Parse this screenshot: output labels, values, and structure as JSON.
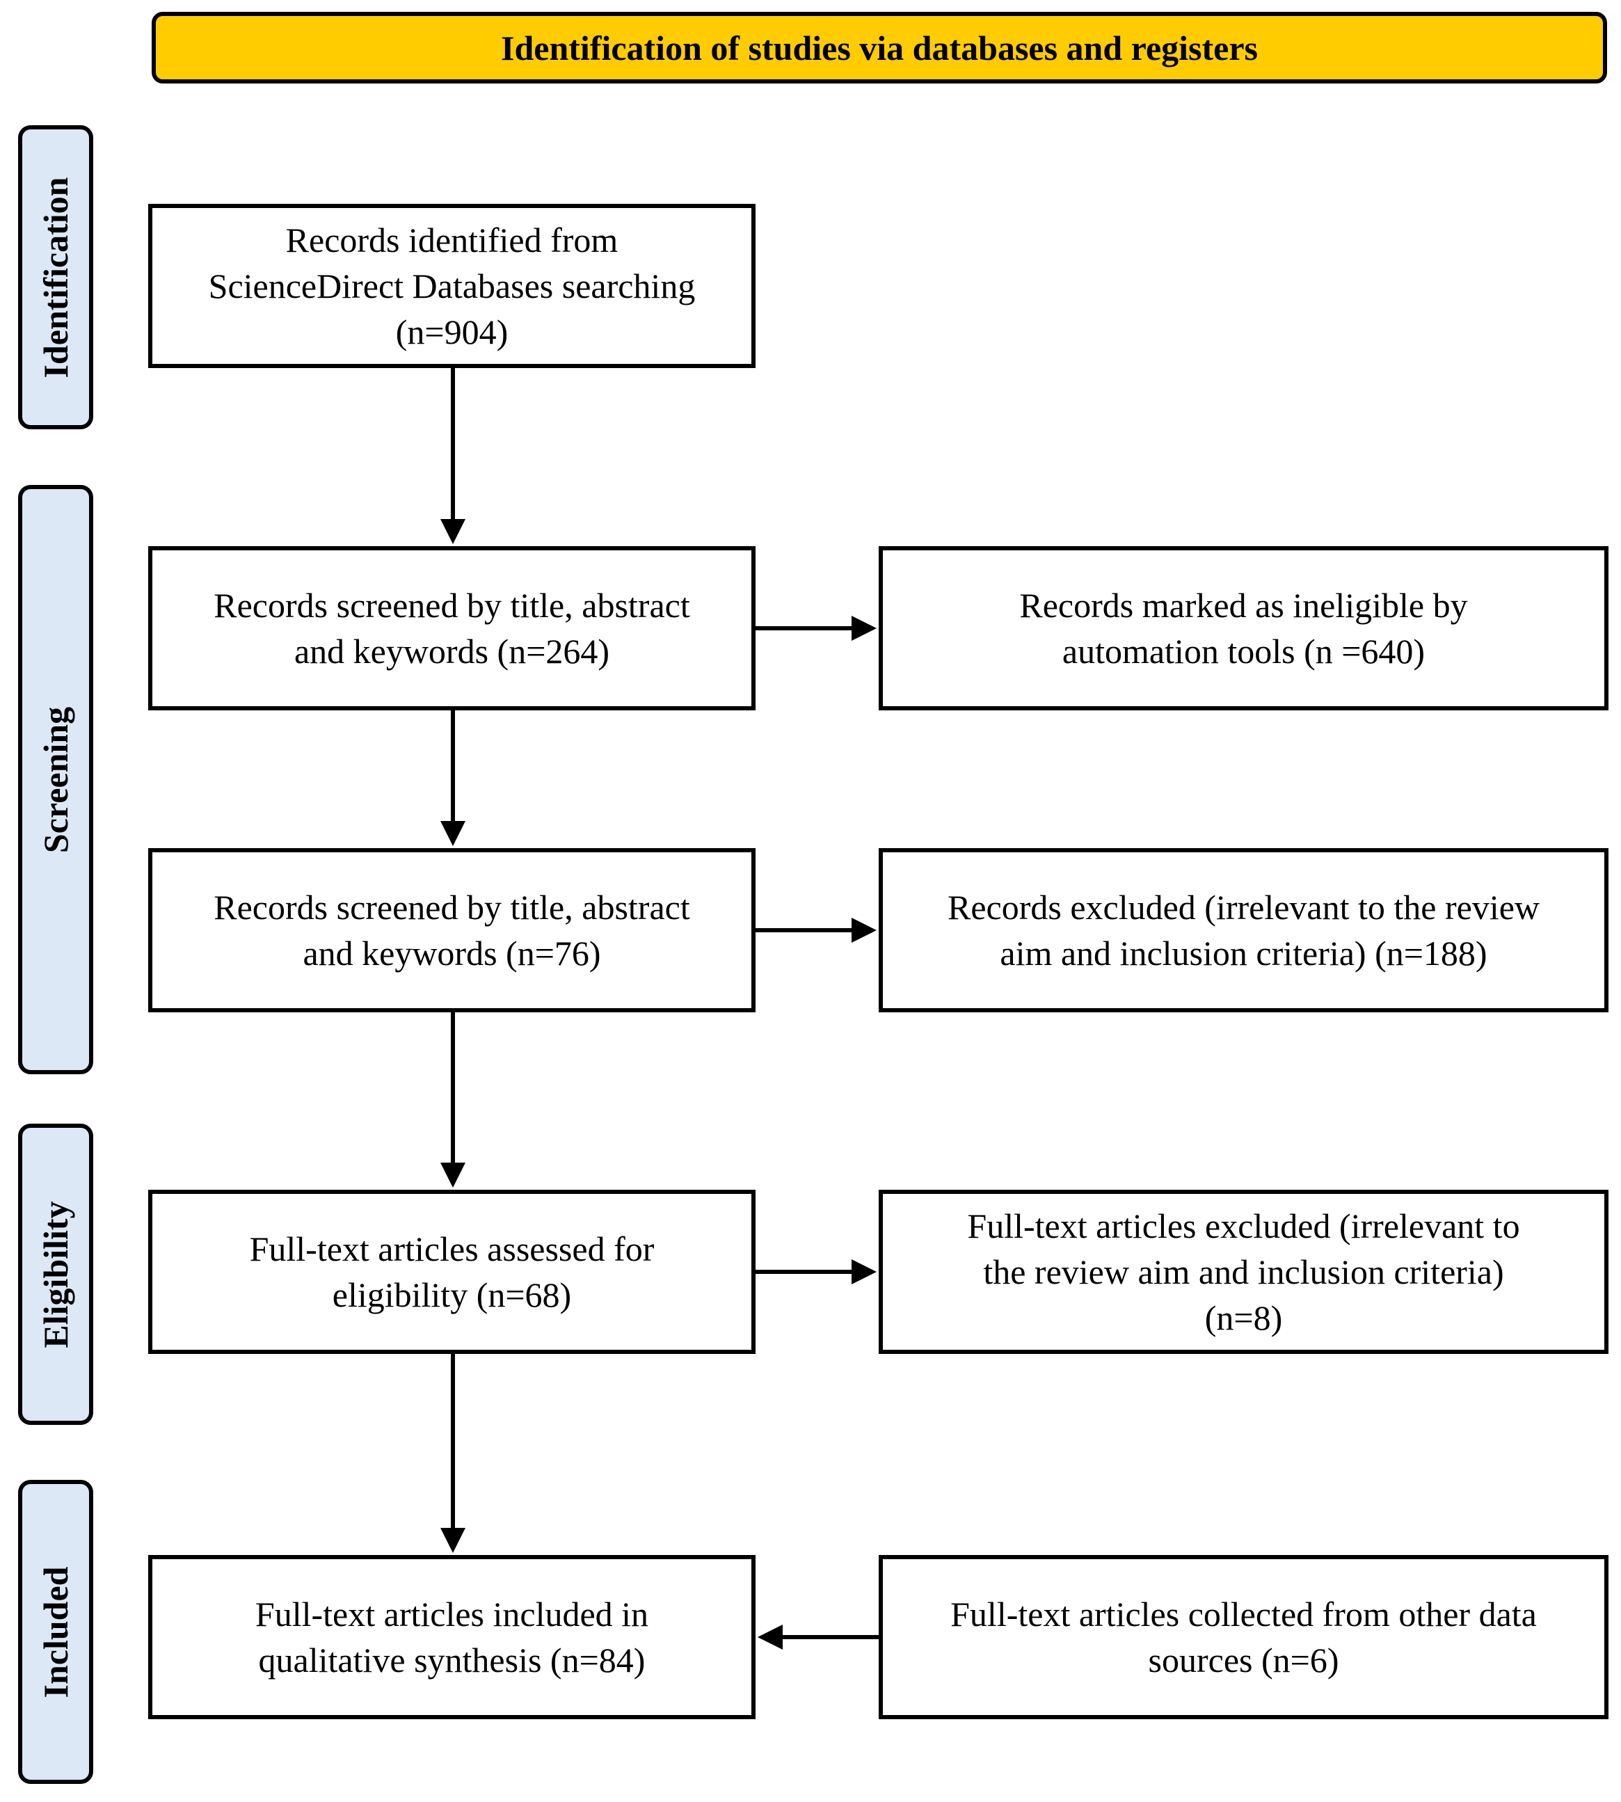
{
  "header": {
    "title": "Identification of studies via databases and registers",
    "color": "#FFCC00"
  },
  "stages": {
    "identification": "Identification",
    "screening": "Screening",
    "eligibility": "Eligibility",
    "included": "Included",
    "color": "#DCE8F5"
  },
  "boxes": {
    "identified": "Records identified from\nScienceDirect Databases searching\n(n=904)",
    "screened_1": "Records screened by title, abstract\nand keywords (n=264)",
    "ineligible_automation": "Records marked as ineligible by\nautomation tools (n =640)",
    "screened_2": "Records screened by title, abstract\nand keywords (n=76)",
    "excluded_records": "Records excluded (irrelevant to the review\naim and inclusion criteria) (n=188)",
    "assessed": "Full-text articles assessed for\neligibility (n=68)",
    "excluded_fulltext": "Full-text articles excluded (irrelevant to\nthe review aim and inclusion criteria)\n(n=8)",
    "included": "Full-text articles included in\nqualitative synthesis (n=84)",
    "other_sources": "Full-text articles collected from other data\nsources (n=6)"
  }
}
